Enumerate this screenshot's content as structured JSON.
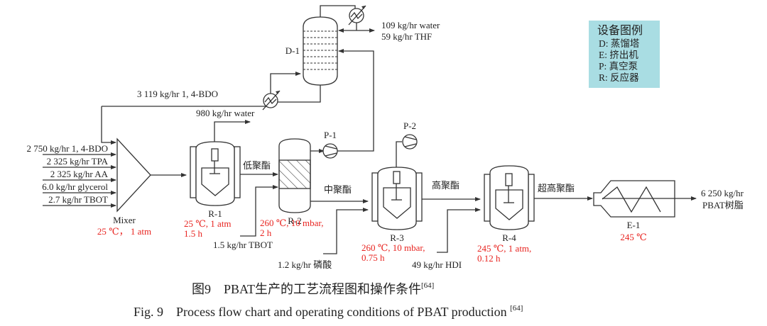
{
  "feeds": [
    "2 750 kg/hr 1, 4-BDO",
    "2 325 kg/hr TPA",
    "2 325 kg/hr AA",
    "6.0 kg/hr glycerol",
    "2.7 kg/hr TBOT"
  ],
  "mixer": {
    "label": "Mixer",
    "conditions": "25 ℃， 1 atm"
  },
  "recycle_stream": "3 119 kg/hr 1, 4-BDO",
  "water_out": "980 kg/hr water",
  "distillation": {
    "id": "D-1",
    "top_product_1": "109 kg/hr water",
    "top_product_2": "59 kg/hr THF"
  },
  "pumps": [
    {
      "id": "P-1"
    },
    {
      "id": "P-2"
    }
  ],
  "reactors": [
    {
      "id": "R-1",
      "conditions_1": "25 ℃, 1 atm",
      "conditions_2": "1.5 h"
    },
    {
      "id": "R-2",
      "conditions_1": "260 ℃, 10 mbar,",
      "conditions_2": "2 h",
      "feed": "1.5 kg/hr TBOT"
    },
    {
      "id": "R-3",
      "conditions_1": "260 ℃, 10 mbar,",
      "conditions_2": "0.75 h",
      "feed": "1.2 kg/hr 磷酸"
    },
    {
      "id": "R-4",
      "conditions_1": "245 ℃, 1 atm,",
      "conditions_2": "0.12 h",
      "feed": "49 kg/hr HDI"
    }
  ],
  "streams": {
    "low": "低聚酯",
    "mid": "中聚酯",
    "high": "高聚酯",
    "ultra": "超高聚酯"
  },
  "extruder": {
    "id": "E-1",
    "conditions": "245 ℃"
  },
  "product": {
    "line_1": "6 250 kg/hr",
    "line_2": "PBAT树脂"
  },
  "legend": {
    "title": "设备图例",
    "items": [
      "D: 蒸馏塔",
      "E: 挤出机",
      "P: 真空泵",
      "R: 反应器"
    ],
    "background": "#a9dde3"
  },
  "caption": {
    "cn": "图9　PBAT生产的工艺流程图和操作条件",
    "en": "Fig. 9　Process flow chart and operating conditions of PBAT production ",
    "ref": "[64]"
  },
  "colors": {
    "condition_text": "#e8231f",
    "line": "#333333"
  }
}
